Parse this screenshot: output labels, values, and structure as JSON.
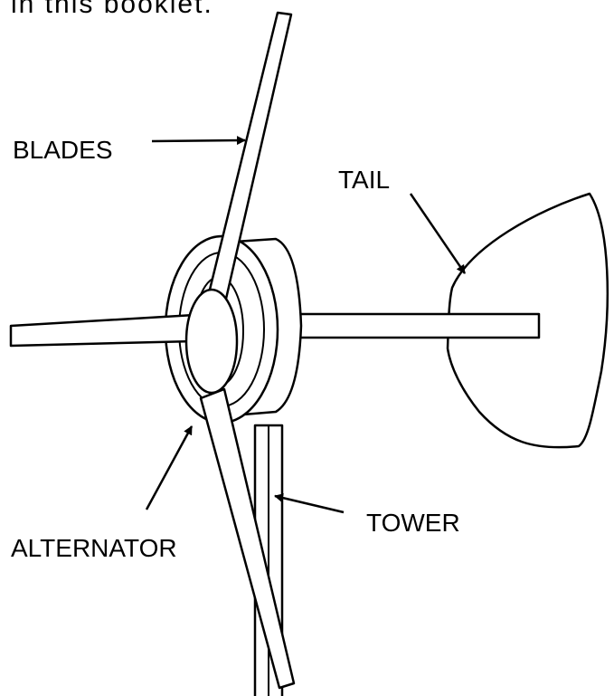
{
  "header_text": "in this booklet.",
  "labels": {
    "blades": "BLADES",
    "tail": "TAIL",
    "tower": "TOWER",
    "alternator": "ALTERNATOR"
  }
}
